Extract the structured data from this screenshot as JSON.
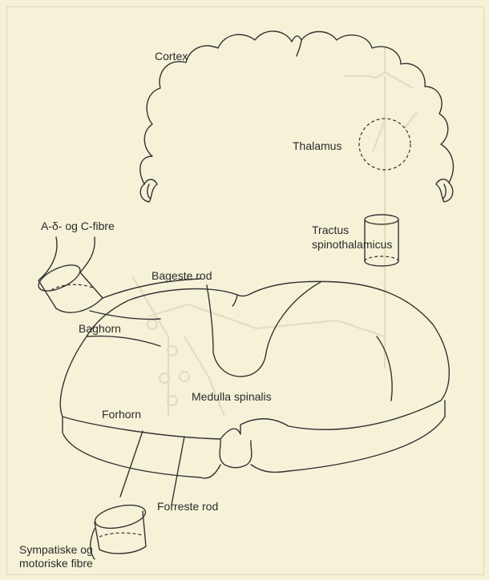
{
  "labels": {
    "cortex": "Cortex",
    "thalamus": "Thalamus",
    "tractus_line1": "Tractus",
    "tractus_line2": "spinothalamicus",
    "a_delta_c": "A-δ- og C-fibre",
    "bageste_rod": "Bageste rod",
    "baghorn": "Baghorn",
    "medulla": "Medulla spinalis",
    "forhorn": "Forhorn",
    "forreste_rod": "Forreste rod",
    "sympatiske_line1": "Sympatiske og",
    "sympatiske_line2": "motoriske fibre"
  },
  "colors": {
    "background": "#f6f2d8",
    "ink": "#333333",
    "ghost_pathway": "#e3dcbf"
  }
}
